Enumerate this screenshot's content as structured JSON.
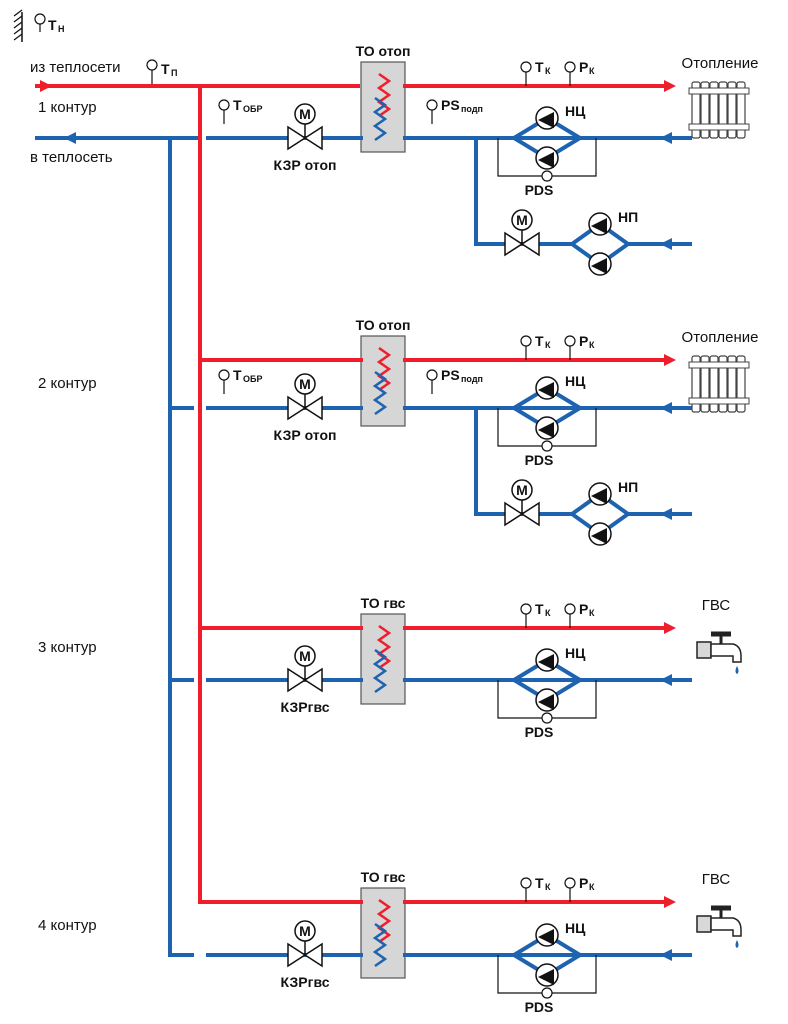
{
  "colors": {
    "supply": "#f01e2c",
    "return": "#1d63b0",
    "exchanger": "#d6d6d6"
  },
  "header": {
    "outdoor_sensor": "Т",
    "outdoor_sensor_sub": "Н",
    "supply_label": "из теплосети",
    "supply_sensor": "Т",
    "supply_sensor_sub": "П",
    "return_label": "в теплосеть"
  },
  "circuits": [
    {
      "label": "1 контур",
      "exchanger_label": "ТО отоп",
      "valve_label": "КЗР отоп",
      "return_sensor": "Т",
      "return_sensor_sub": "ОБР",
      "pressure_sensor": "PS",
      "pressure_sensor_sub": "подп",
      "temp_sensor": "Т",
      "temp_sensor_sub": "К",
      "press_sensor": "Р",
      "press_sensor_sub": "К",
      "pump_label": "НЦ",
      "diff_sensor": "PDS",
      "makeup_pump": "НП",
      "consumer": "Отопление",
      "consumer_icon": "radiator-icon"
    },
    {
      "label": "2 контур",
      "exchanger_label": "ТО отоп",
      "valve_label": "КЗР отоп",
      "return_sensor": "Т",
      "return_sensor_sub": "ОБР",
      "pressure_sensor": "PS",
      "pressure_sensor_sub": "подп",
      "temp_sensor": "Т",
      "temp_sensor_sub": "К",
      "press_sensor": "Р",
      "press_sensor_sub": "К",
      "pump_label": "НЦ",
      "diff_sensor": "PDS",
      "makeup_pump": "НП",
      "consumer": "Отопление",
      "consumer_icon": "radiator-icon"
    },
    {
      "label": "3 контур",
      "exchanger_label": "ТО гвс",
      "valve_label": "КЗРгвс",
      "temp_sensor": "Т",
      "temp_sensor_sub": "К",
      "press_sensor": "Р",
      "press_sensor_sub": "К",
      "pump_label": "НЦ",
      "diff_sensor": "PDS",
      "consumer": "ГВС",
      "consumer_icon": "faucet-icon"
    },
    {
      "label": "4 контур",
      "exchanger_label": "ТО гвс",
      "valve_label": "КЗРгвс",
      "temp_sensor": "Т",
      "temp_sensor_sub": "К",
      "press_sensor": "Р",
      "press_sensor_sub": "К",
      "pump_label": "НЦ",
      "diff_sensor": "PDS",
      "consumer": "ГВС",
      "consumer_icon": "faucet-icon"
    }
  ]
}
